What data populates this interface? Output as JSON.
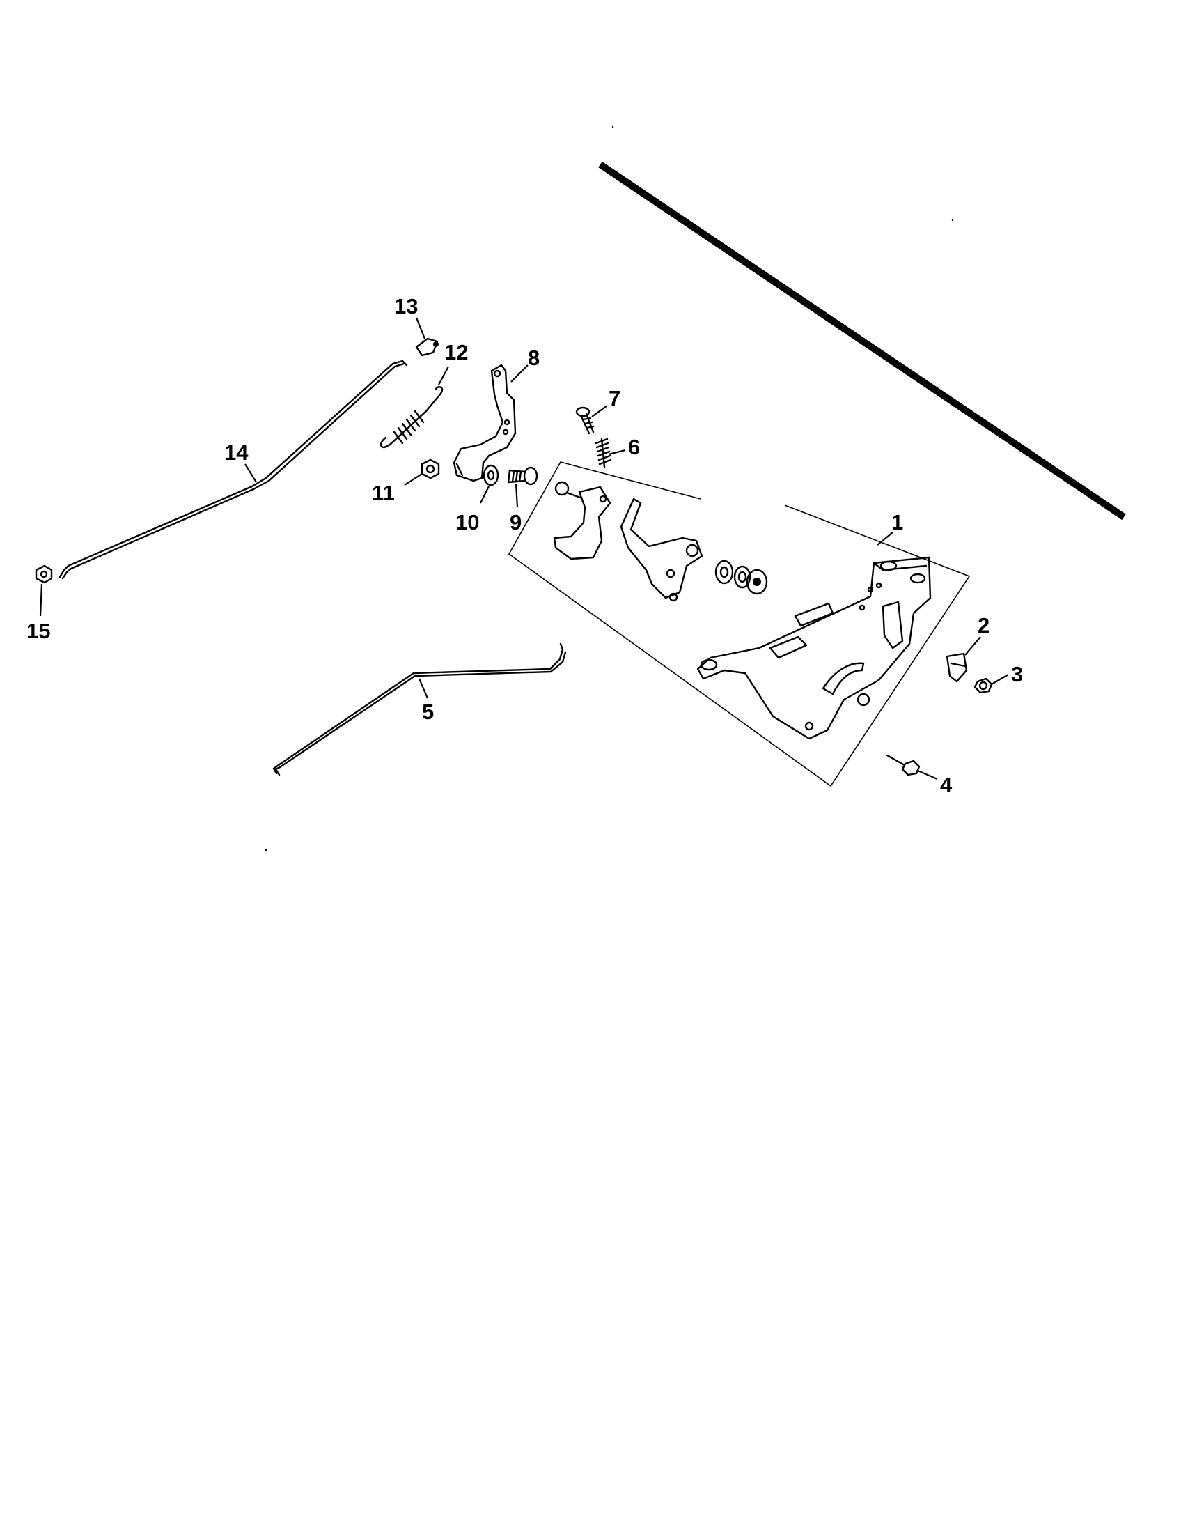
{
  "diagram": {
    "type": "exploded-parts-view",
    "callouts": [
      {
        "id": "c1",
        "label": "1"
      },
      {
        "id": "c2",
        "label": "2"
      },
      {
        "id": "c3",
        "label": "3"
      },
      {
        "id": "c4",
        "label": "4"
      },
      {
        "id": "c5",
        "label": "5"
      },
      {
        "id": "c6",
        "label": "6"
      },
      {
        "id": "c7",
        "label": "7"
      },
      {
        "id": "c8",
        "label": "8"
      },
      {
        "id": "c9",
        "label": "9"
      },
      {
        "id": "c10",
        "label": "10"
      },
      {
        "id": "c11",
        "label": "11"
      },
      {
        "id": "c12",
        "label": "12"
      },
      {
        "id": "c13",
        "label": "13"
      },
      {
        "id": "c14",
        "label": "14"
      },
      {
        "id": "c15",
        "label": "15"
      }
    ],
    "parts": [
      {
        "callout": "1",
        "icon": "control-bracket-assembly-drawing"
      },
      {
        "callout": "2",
        "icon": "clip-drawing"
      },
      {
        "callout": "3",
        "icon": "screw-drawing"
      },
      {
        "callout": "4",
        "icon": "screw-drawing"
      },
      {
        "callout": "5",
        "icon": "rod-drawing"
      },
      {
        "callout": "6",
        "icon": "spring-drawing"
      },
      {
        "callout": "7",
        "icon": "screw-drawing"
      },
      {
        "callout": "8",
        "icon": "lever-drawing"
      },
      {
        "callout": "9",
        "icon": "bolt-drawing"
      },
      {
        "callout": "10",
        "icon": "washer-drawing"
      },
      {
        "callout": "11",
        "icon": "nut-drawing"
      },
      {
        "callout": "12",
        "icon": "spring-drawing"
      },
      {
        "callout": "13",
        "icon": "clip-drawing"
      },
      {
        "callout": "14",
        "icon": "rod-drawing"
      },
      {
        "callout": "15",
        "icon": "nut-drawing"
      }
    ]
  }
}
